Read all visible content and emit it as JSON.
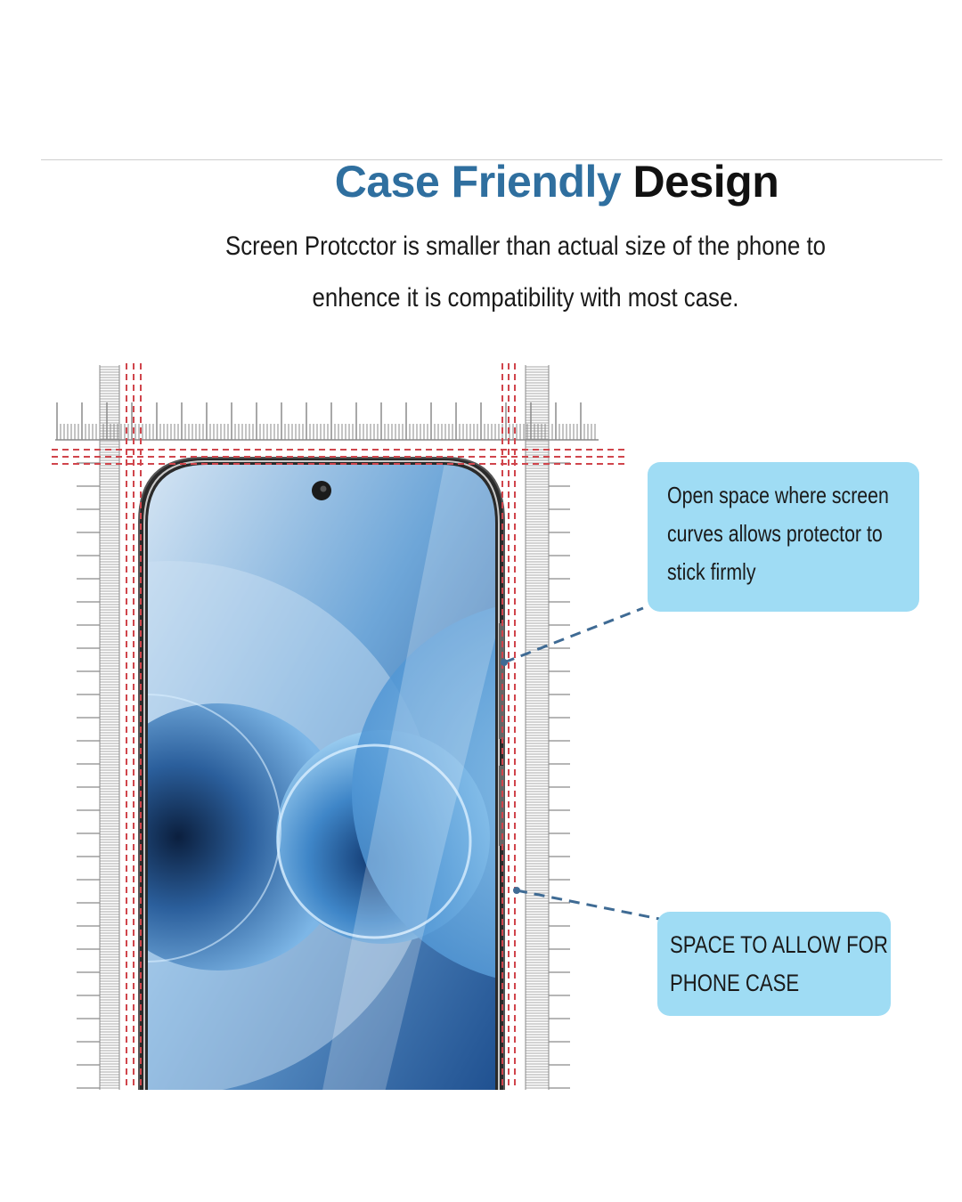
{
  "header": {
    "title_accent": "Case Friendly",
    "title_rest": "Design",
    "subtitle_line1": "Screen Protcctor is smaller than actual size of the phone to",
    "subtitle_line2": "enhence it is compatibility with most case."
  },
  "callouts": {
    "open_space": {
      "line1": "Open space where screen",
      "line2": "curves allows protector to",
      "line3": "stick firmly"
    },
    "phone_case": {
      "line1": "SPACE TO ALLOW FOR",
      "line2": "PHONE CASE"
    }
  },
  "colors": {
    "title_accent": "#2f6f9f",
    "callout_fill": "#9fdcf4",
    "guide_red": "#d0454c",
    "leader_blue": "#3f6b94",
    "ruler_gray": "#8a8a8a"
  },
  "icons": {
    "camera": "front-camera-icon"
  }
}
